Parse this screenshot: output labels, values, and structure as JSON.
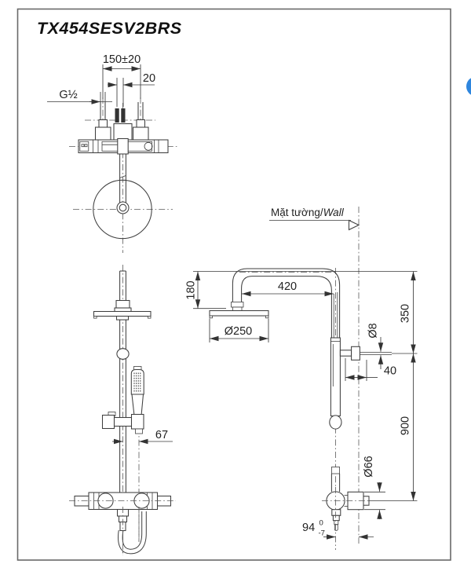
{
  "title": "TX454SESV2BRS",
  "labels": {
    "wall_vi": "Mặt tường",
    "wall_sep": "/",
    "wall_en": "Wall"
  },
  "dimensions": {
    "inlet_spacing": "150±20",
    "outlet_offset": "20",
    "thread_size": "G½",
    "bar_offset": "67",
    "head_drop": "180",
    "arm_reach": "420",
    "head_diameter": "Ø250",
    "top_height": "350",
    "pin_diameter": "Ø8",
    "bracket_depth": "40",
    "bar_height": "900",
    "valve_diameter": "Ø66",
    "outlet_depth": "94",
    "outlet_tol_upper": "0",
    "outlet_tol_lower": "-7"
  },
  "colors": {
    "line": "#3f3f3f",
    "frame": "#696969",
    "chat_badge": "#2e86de"
  }
}
